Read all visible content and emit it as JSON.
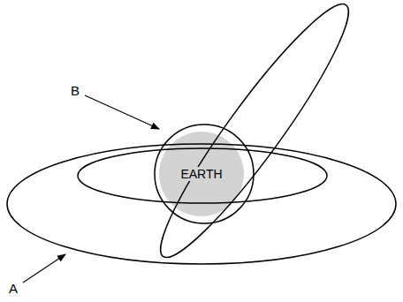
{
  "diagram": {
    "nodes": [
      {
        "text": [
          "EARTH"
        ]
      }
    ],
    "labels": [
      "B",
      "A"
    ]
  }
}
